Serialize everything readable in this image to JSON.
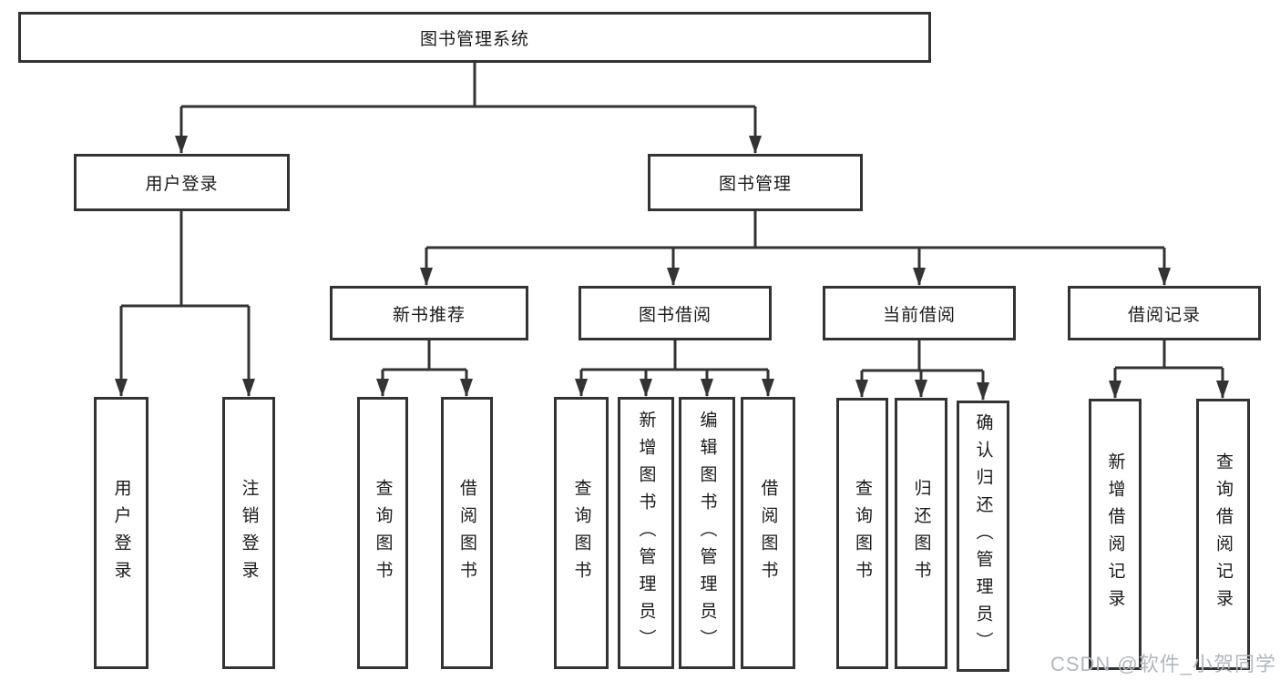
{
  "diagram": {
    "type": "hierarchy-tree",
    "root": {
      "label": "图书管理系统"
    },
    "branches": [
      {
        "label": "用户登录",
        "children": [
          {
            "label": "用户登录"
          },
          {
            "label": "注销登录"
          }
        ]
      },
      {
        "label": "图书管理",
        "children": [
          {
            "label": "新书推荐",
            "children": [
              {
                "label": "查询图书"
              },
              {
                "label": "借阅图书"
              }
            ]
          },
          {
            "label": "图书借阅",
            "children": [
              {
                "label": "查询图书"
              },
              {
                "label": "新增图书（管理员）"
              },
              {
                "label": "编辑图书（管理员）"
              },
              {
                "label": "借阅图书"
              }
            ]
          },
          {
            "label": "当前借阅",
            "children": [
              {
                "label": "查询图书"
              },
              {
                "label": "归还图书"
              },
              {
                "label": "确认归还（管理员）"
              }
            ]
          },
          {
            "label": "借阅记录",
            "children": [
              {
                "label": "新增借阅记录"
              },
              {
                "label": "查询借阅记录"
              }
            ]
          }
        ]
      }
    ],
    "colors": {
      "line": "#333333",
      "box_border": "#333333",
      "text": "#1a1a1a",
      "background": "#ffffff",
      "watermark": "#b2b7bc"
    }
  },
  "watermark": {
    "text": "CSDN @软件_小贺同学"
  }
}
